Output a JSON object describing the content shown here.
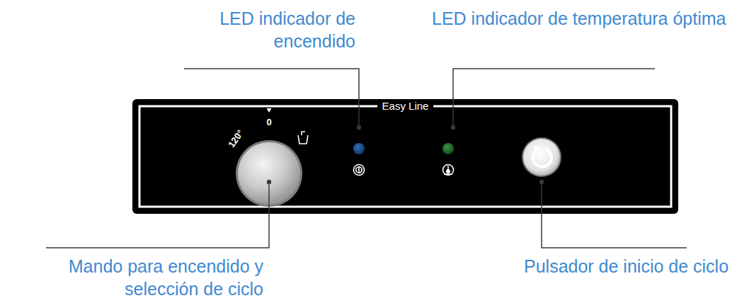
{
  "diagram": {
    "nodes": [
      {
        "text": [
          "Easy Line"
        ]
      }
    ],
    "labels": [
      "LED indicador de encendido",
      "LED indicador de temperatura óptima",
      "Mando para encendido y selección de ciclo",
      "Pulsador de inicio de ciclo",
      "0",
      "120°"
    ]
  }
}
